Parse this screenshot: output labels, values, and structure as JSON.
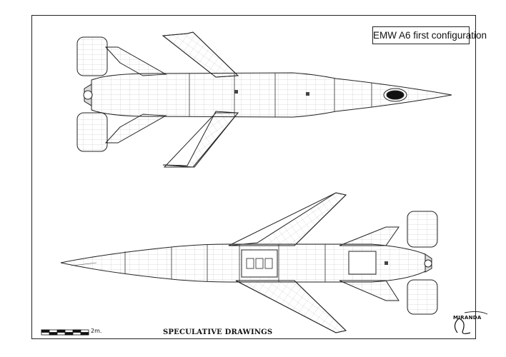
{
  "drawing": {
    "title": "EMW A6 first configuration",
    "caption": "SPECULATIVE DRAWINGS",
    "scale_label": "2m.",
    "logo_text": "MIRANDA"
  },
  "colors": {
    "line": "#222222",
    "panel_line": "#9a9a9a",
    "background": "#ffffff",
    "canopy": "#111111"
  }
}
